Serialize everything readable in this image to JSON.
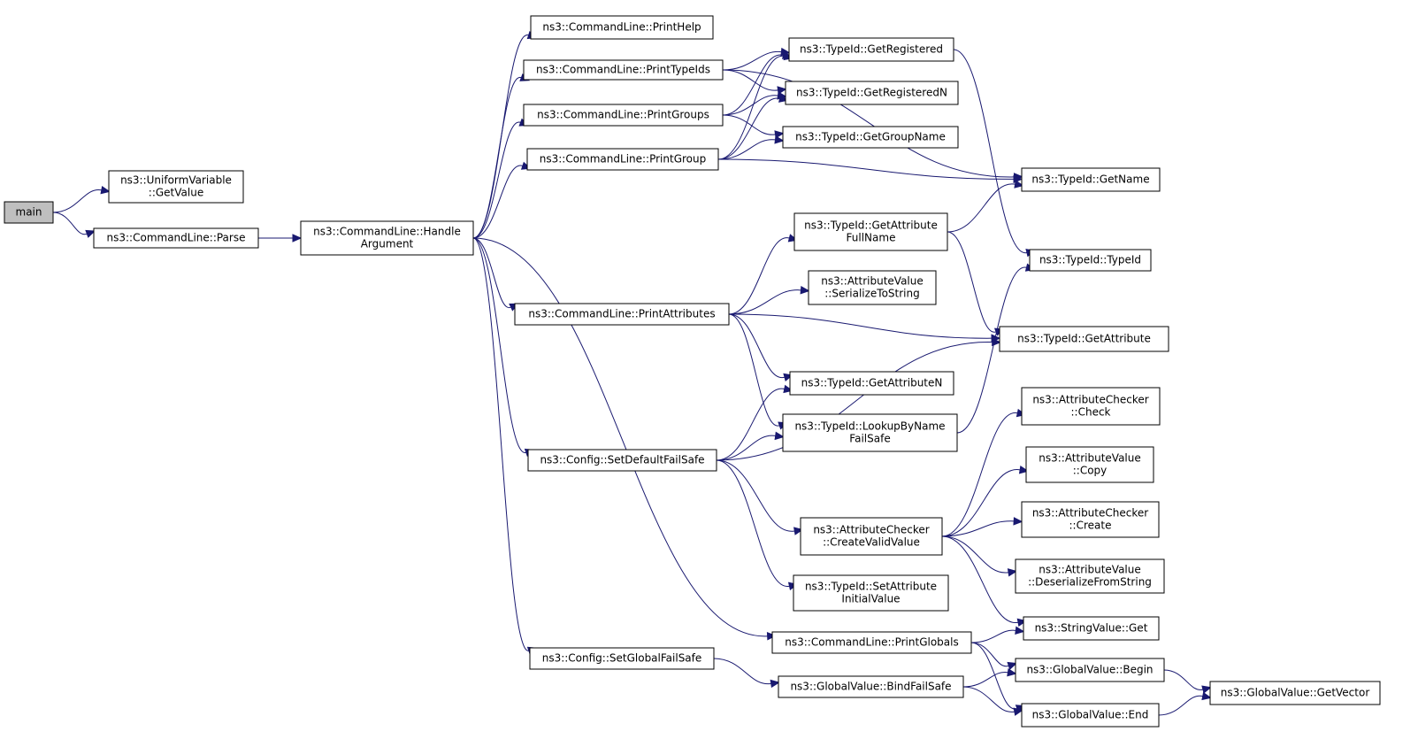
{
  "graph": {
    "nodes": [
      {
        "id": "main",
        "lines": [
          "main"
        ],
        "root": true
      },
      {
        "id": "uv_getvalue",
        "lines": [
          "ns3::UniformVariable",
          "::GetValue"
        ]
      },
      {
        "id": "cl_parse",
        "lines": [
          "ns3::CommandLine::Parse"
        ]
      },
      {
        "id": "cl_handle",
        "lines": [
          "ns3::CommandLine::Handle",
          "Argument"
        ]
      },
      {
        "id": "cl_printhelp",
        "lines": [
          "ns3::CommandLine::PrintHelp"
        ]
      },
      {
        "id": "cl_printtypeids",
        "lines": [
          "ns3::CommandLine::PrintTypeIds"
        ]
      },
      {
        "id": "cl_printgroups",
        "lines": [
          "ns3::CommandLine::PrintGroups"
        ]
      },
      {
        "id": "cl_printgroup",
        "lines": [
          "ns3::CommandLine::PrintGroup"
        ]
      },
      {
        "id": "cl_printattributes",
        "lines": [
          "ns3::CommandLine::PrintAttributes"
        ]
      },
      {
        "id": "cfg_setdefault",
        "lines": [
          "ns3::Config::SetDefaultFailSafe"
        ]
      },
      {
        "id": "cfg_setglobal",
        "lines": [
          "ns3::Config::SetGlobalFailSafe"
        ]
      },
      {
        "id": "cl_printglobals",
        "lines": [
          "ns3::CommandLine::PrintGlobals"
        ]
      },
      {
        "id": "gv_bind",
        "lines": [
          "ns3::GlobalValue::BindFailSafe"
        ]
      },
      {
        "id": "tid_getregistered",
        "lines": [
          "ns3::TypeId::GetRegistered"
        ]
      },
      {
        "id": "tid_getregisteredn",
        "lines": [
          "ns3::TypeId::GetRegisteredN"
        ]
      },
      {
        "id": "tid_getgroupname",
        "lines": [
          "ns3::TypeId::GetGroupName"
        ]
      },
      {
        "id": "tid_getattrfull",
        "lines": [
          "ns3::TypeId::GetAttribute",
          "FullName"
        ]
      },
      {
        "id": "av_serialize",
        "lines": [
          "ns3::AttributeValue",
          "::SerializeToString"
        ]
      },
      {
        "id": "tid_getattrn",
        "lines": [
          "ns3::TypeId::GetAttributeN"
        ]
      },
      {
        "id": "tid_lookup",
        "lines": [
          "ns3::TypeId::LookupByName",
          "FailSafe"
        ]
      },
      {
        "id": "ac_createvalid",
        "lines": [
          "ns3::AttributeChecker",
          "::CreateValidValue"
        ]
      },
      {
        "id": "tid_setattrinit",
        "lines": [
          "ns3::TypeId::SetAttribute",
          "InitialValue"
        ]
      },
      {
        "id": "tid_getname",
        "lines": [
          "ns3::TypeId::GetName"
        ]
      },
      {
        "id": "tid_typeid",
        "lines": [
          "ns3::TypeId::TypeId"
        ]
      },
      {
        "id": "tid_getattribute",
        "lines": [
          "ns3::TypeId::GetAttribute"
        ]
      },
      {
        "id": "ac_check",
        "lines": [
          "ns3::AttributeChecker",
          "::Check"
        ]
      },
      {
        "id": "av_copy",
        "lines": [
          "ns3::AttributeValue",
          "::Copy"
        ]
      },
      {
        "id": "ac_create",
        "lines": [
          "ns3::AttributeChecker",
          "::Create"
        ]
      },
      {
        "id": "av_deserialize",
        "lines": [
          "ns3::AttributeValue",
          "::DeserializeFromString"
        ]
      },
      {
        "id": "sv_get",
        "lines": [
          "ns3::StringValue::Get"
        ]
      },
      {
        "id": "gv_begin",
        "lines": [
          "ns3::GlobalValue::Begin"
        ]
      },
      {
        "id": "gv_end",
        "lines": [
          "ns3::GlobalValue::End"
        ]
      },
      {
        "id": "gv_getvector",
        "lines": [
          "ns3::GlobalValue::GetVector"
        ]
      }
    ],
    "edges": [
      [
        "main",
        "uv_getvalue"
      ],
      [
        "main",
        "cl_parse"
      ],
      [
        "cl_parse",
        "cl_handle"
      ],
      [
        "cl_handle",
        "cl_printhelp"
      ],
      [
        "cl_handle",
        "cl_printtypeids"
      ],
      [
        "cl_handle",
        "cl_printgroups"
      ],
      [
        "cl_handle",
        "cl_printgroup"
      ],
      [
        "cl_handle",
        "cl_printattributes"
      ],
      [
        "cl_handle",
        "cfg_setdefault"
      ],
      [
        "cl_handle",
        "cfg_setglobal"
      ],
      [
        "cl_handle",
        "cl_printglobals"
      ],
      [
        "cl_printtypeids",
        "tid_getregistered"
      ],
      [
        "cl_printtypeids",
        "tid_getregisteredn"
      ],
      [
        "cl_printtypeids",
        "tid_getname"
      ],
      [
        "cl_printgroups",
        "tid_getregistered"
      ],
      [
        "cl_printgroups",
        "tid_getregisteredn"
      ],
      [
        "cl_printgroups",
        "tid_getgroupname"
      ],
      [
        "cl_printgroup",
        "tid_getregistered"
      ],
      [
        "cl_printgroup",
        "tid_getregisteredn"
      ],
      [
        "cl_printgroup",
        "tid_getgroupname"
      ],
      [
        "cl_printgroup",
        "tid_getname"
      ],
      [
        "tid_getregistered",
        "tid_typeid"
      ],
      [
        "cl_printattributes",
        "tid_getattrfull"
      ],
      [
        "cl_printattributes",
        "av_serialize"
      ],
      [
        "cl_printattributes",
        "tid_getattribute"
      ],
      [
        "cl_printattributes",
        "tid_getattrn"
      ],
      [
        "cl_printattributes",
        "tid_lookup"
      ],
      [
        "tid_getattrfull",
        "tid_getname"
      ],
      [
        "tid_getattrfull",
        "tid_getattribute"
      ],
      [
        "tid_lookup",
        "tid_typeid"
      ],
      [
        "cfg_setdefault",
        "tid_getattrn"
      ],
      [
        "cfg_setdefault",
        "tid_lookup"
      ],
      [
        "cfg_setdefault",
        "tid_getattribute"
      ],
      [
        "cfg_setdefault",
        "ac_createvalid"
      ],
      [
        "cfg_setdefault",
        "tid_setattrinit"
      ],
      [
        "ac_createvalid",
        "ac_check"
      ],
      [
        "ac_createvalid",
        "av_copy"
      ],
      [
        "ac_createvalid",
        "ac_create"
      ],
      [
        "ac_createvalid",
        "av_deserialize"
      ],
      [
        "ac_createvalid",
        "sv_get"
      ],
      [
        "cl_printglobals",
        "sv_get"
      ],
      [
        "cl_printglobals",
        "gv_begin"
      ],
      [
        "cl_printglobals",
        "gv_end"
      ],
      [
        "cfg_setglobal",
        "gv_bind"
      ],
      [
        "gv_bind",
        "gv_begin"
      ],
      [
        "gv_bind",
        "gv_end"
      ],
      [
        "gv_begin",
        "gv_getvector"
      ],
      [
        "gv_end",
        "gv_getvector"
      ]
    ]
  }
}
